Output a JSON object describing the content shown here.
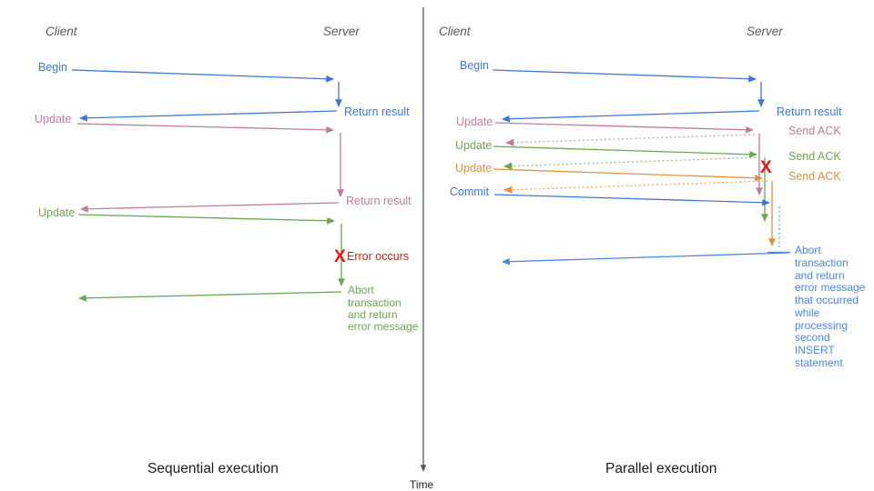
{
  "colors": {
    "blue": "#3c78d8",
    "blue_light": "#4a86e8",
    "pink": "#c27ba0",
    "green": "#6aa84f",
    "orange": "#e69138",
    "red": "#ee1111",
    "axis_gray": "#595959",
    "pink_dotted": "#d5a6bd",
    "green_dotted": "#9fc583",
    "orange_dotted": "#f3b069",
    "blue_dotted": "#6fa8dc"
  },
  "left_panel": {
    "caption": "Sequential execution",
    "client_header": "Client",
    "server_header": "Server",
    "begin_label": "Begin",
    "return_result_1": "Return result",
    "update_1": "Update",
    "return_result_2": "Return result",
    "update_2": "Update",
    "error_mark": "X",
    "error_label": "Error occurs",
    "abort_lines": [
      "Abort",
      "transaction",
      "and return",
      "error message"
    ]
  },
  "right_panel": {
    "caption": "Parallel execution",
    "client_header": "Client",
    "server_header": "Server",
    "begin_label": "Begin",
    "return_result": "Return result",
    "update_1": "Update",
    "send_ack_1": "Send ACK",
    "update_2": "Update",
    "send_ack_2": "Send ACK",
    "update_3": "Update",
    "send_ack_3": "Send ACK",
    "commit_label": "Commit",
    "error_mark": "X",
    "abort_lines": [
      "Abort",
      "transaction",
      "and return",
      "error message",
      "that occurred",
      "while",
      "processing",
      "second",
      "INSERT",
      "statement"
    ]
  },
  "time_axis": {
    "label": "Time"
  }
}
